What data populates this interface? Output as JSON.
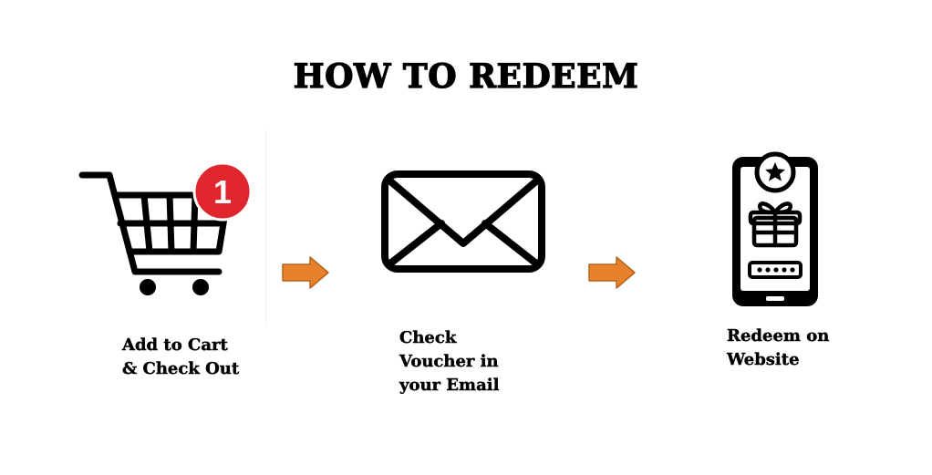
{
  "title": "HOW TO REDEEM",
  "steps": [
    {
      "icon": "shopping-cart-icon",
      "badge": "1",
      "label_lines": [
        "Add to Cart",
        "& Check Out"
      ]
    },
    {
      "icon": "envelope-icon",
      "label_lines": [
        "Check",
        "Voucher in",
        "your Email"
      ]
    },
    {
      "icon": "phone-gift-voucher-icon",
      "label_lines": [
        "Redeem on",
        "Website"
      ]
    }
  ],
  "colors": {
    "text": "#000000",
    "badge": "#e0262d",
    "arrow": "#e8822a",
    "arrow_stroke": "#b5651f"
  }
}
